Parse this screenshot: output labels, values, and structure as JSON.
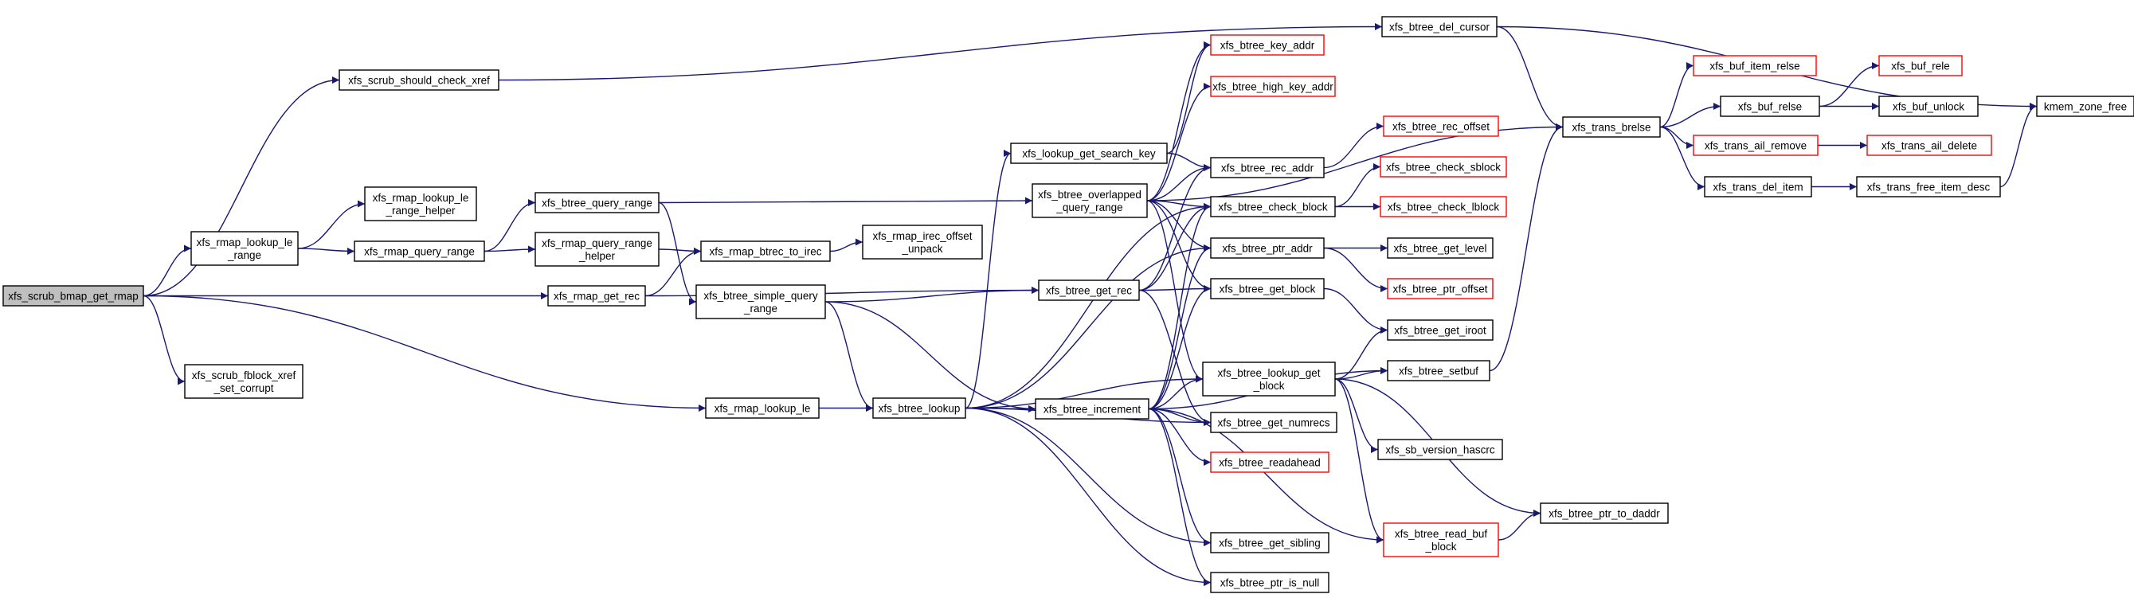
{
  "graph": {
    "colors": {
      "edge": "#191970",
      "node_border": "#000000",
      "node_border_external": "#ff0000",
      "root_fill": "#bfbfbf",
      "node_fill": "#ffffff"
    },
    "nodes": [
      {
        "id": "root",
        "lines": [
          "xfs_scrub_bmap_get_rmap"
        ],
        "style": "root"
      },
      {
        "id": "should_check_xref",
        "lines": [
          "xfs_scrub_should_check_xref"
        ],
        "style": "normal"
      },
      {
        "id": "rmap_lookup_le_range",
        "lines": [
          "xfs_rmap_lookup_le",
          "_range"
        ],
        "style": "normal"
      },
      {
        "id": "fblock_xref",
        "lines": [
          "xfs_scrub_fblock_xref",
          "_set_corrupt"
        ],
        "style": "normal"
      },
      {
        "id": "rmap_lookup_le_range_helper",
        "lines": [
          "xfs_rmap_lookup_le",
          "_range_helper"
        ],
        "style": "normal"
      },
      {
        "id": "rmap_query_range",
        "lines": [
          "xfs_rmap_query_range"
        ],
        "style": "normal"
      },
      {
        "id": "btree_query_range",
        "lines": [
          "xfs_btree_query_range"
        ],
        "style": "normal"
      },
      {
        "id": "rmap_query_range_helper",
        "lines": [
          "xfs_rmap_query_range",
          "_helper"
        ],
        "style": "normal"
      },
      {
        "id": "rmap_get_rec",
        "lines": [
          "xfs_rmap_get_rec"
        ],
        "style": "normal"
      },
      {
        "id": "rmap_lookup_le",
        "lines": [
          "xfs_rmap_lookup_le"
        ],
        "style": "normal"
      },
      {
        "id": "rmap_btrec_to_irec",
        "lines": [
          "xfs_rmap_btrec_to_irec"
        ],
        "style": "normal"
      },
      {
        "id": "btree_simple_query_range",
        "lines": [
          "xfs_btree_simple_query",
          "_range"
        ],
        "style": "normal"
      },
      {
        "id": "rmap_irec_offset_unpack",
        "lines": [
          "xfs_rmap_irec_offset",
          "_unpack"
        ],
        "style": "normal"
      },
      {
        "id": "btree_lookup",
        "lines": [
          "xfs_btree_lookup"
        ],
        "style": "normal"
      },
      {
        "id": "lookup_get_search_key",
        "lines": [
          "xfs_lookup_get_search_key"
        ],
        "style": "normal"
      },
      {
        "id": "btree_overlapped_query_range",
        "lines": [
          "xfs_btree_overlapped",
          "_query_range"
        ],
        "style": "normal"
      },
      {
        "id": "btree_get_rec",
        "lines": [
          "xfs_btree_get_rec"
        ],
        "style": "normal"
      },
      {
        "id": "btree_increment",
        "lines": [
          "xfs_btree_increment"
        ],
        "style": "normal"
      },
      {
        "id": "btree_key_addr",
        "lines": [
          "xfs_btree_key_addr"
        ],
        "style": "external"
      },
      {
        "id": "btree_high_key_addr",
        "lines": [
          "xfs_btree_high_key_addr"
        ],
        "style": "external"
      },
      {
        "id": "btree_rec_addr",
        "lines": [
          "xfs_btree_rec_addr"
        ],
        "style": "normal"
      },
      {
        "id": "btree_check_block",
        "lines": [
          "xfs_btree_check_block"
        ],
        "style": "normal"
      },
      {
        "id": "btree_ptr_addr",
        "lines": [
          "xfs_btree_ptr_addr"
        ],
        "style": "normal"
      },
      {
        "id": "btree_get_block",
        "lines": [
          "xfs_btree_get_block"
        ],
        "style": "normal"
      },
      {
        "id": "btree_lookup_get_block",
        "lines": [
          "xfs_btree_lookup_get",
          "_block"
        ],
        "style": "normal"
      },
      {
        "id": "btree_get_numrecs",
        "lines": [
          "xfs_btree_get_numrecs"
        ],
        "style": "normal"
      },
      {
        "id": "btree_readahead",
        "lines": [
          "xfs_btree_readahead"
        ],
        "style": "external"
      },
      {
        "id": "btree_get_sibling",
        "lines": [
          "xfs_btree_get_sibling"
        ],
        "style": "normal"
      },
      {
        "id": "btree_ptr_is_null",
        "lines": [
          "xfs_btree_ptr_is_null"
        ],
        "style": "normal"
      },
      {
        "id": "btree_del_cursor",
        "lines": [
          "xfs_btree_del_cursor"
        ],
        "style": "normal"
      },
      {
        "id": "btree_rec_offset",
        "lines": [
          "xfs_btree_rec_offset"
        ],
        "style": "external"
      },
      {
        "id": "btree_check_sblock",
        "lines": [
          "xfs_btree_check_sblock"
        ],
        "style": "external"
      },
      {
        "id": "btree_check_lblock",
        "lines": [
          "xfs_btree_check_lblock"
        ],
        "style": "external"
      },
      {
        "id": "btree_get_level",
        "lines": [
          "xfs_btree_get_level"
        ],
        "style": "normal"
      },
      {
        "id": "btree_ptr_offset",
        "lines": [
          "xfs_btree_ptr_offset"
        ],
        "style": "external"
      },
      {
        "id": "btree_get_iroot",
        "lines": [
          "xfs_btree_get_iroot"
        ],
        "style": "normal"
      },
      {
        "id": "btree_setbuf",
        "lines": [
          "xfs_btree_setbuf"
        ],
        "style": "normal"
      },
      {
        "id": "sb_version_hascrc",
        "lines": [
          "xfs_sb_version_hascrc"
        ],
        "style": "normal"
      },
      {
        "id": "btree_read_buf_block",
        "lines": [
          "xfs_btree_read_buf",
          "_block"
        ],
        "style": "external"
      },
      {
        "id": "btree_ptr_to_daddr",
        "lines": [
          "xfs_btree_ptr_to_daddr"
        ],
        "style": "normal"
      },
      {
        "id": "trans_brelse",
        "lines": [
          "xfs_trans_brelse"
        ],
        "style": "normal"
      },
      {
        "id": "buf_item_relse",
        "lines": [
          "xfs_buf_item_relse"
        ],
        "style": "external"
      },
      {
        "id": "buf_relse",
        "lines": [
          "xfs_buf_relse"
        ],
        "style": "normal"
      },
      {
        "id": "trans_ail_remove",
        "lines": [
          "xfs_trans_ail_remove"
        ],
        "style": "external"
      },
      {
        "id": "trans_del_item",
        "lines": [
          "xfs_trans_del_item"
        ],
        "style": "normal"
      },
      {
        "id": "buf_rele",
        "lines": [
          "xfs_buf_rele"
        ],
        "style": "external"
      },
      {
        "id": "buf_unlock",
        "lines": [
          "xfs_buf_unlock"
        ],
        "style": "normal"
      },
      {
        "id": "trans_ail_delete",
        "lines": [
          "xfs_trans_ail_delete"
        ],
        "style": "external"
      },
      {
        "id": "trans_free_item_desc",
        "lines": [
          "xfs_trans_free_item_desc"
        ],
        "style": "normal"
      },
      {
        "id": "kmem_zone_free",
        "lines": [
          "kmem_zone_free"
        ],
        "style": "normal"
      }
    ],
    "edges": [
      [
        "root",
        "should_check_xref"
      ],
      [
        "root",
        "rmap_lookup_le_range"
      ],
      [
        "root",
        "rmap_get_rec"
      ],
      [
        "root",
        "fblock_xref"
      ],
      [
        "root",
        "rmap_lookup_le"
      ],
      [
        "should_check_xref",
        "btree_del_cursor"
      ],
      [
        "rmap_lookup_le_range",
        "rmap_lookup_le_range_helper"
      ],
      [
        "rmap_lookup_le_range",
        "rmap_query_range"
      ],
      [
        "rmap_query_range",
        "btree_query_range"
      ],
      [
        "rmap_query_range",
        "rmap_query_range_helper"
      ],
      [
        "btree_query_range",
        "btree_overlapped_query_range"
      ],
      [
        "btree_query_range",
        "btree_simple_query_range"
      ],
      [
        "rmap_query_range_helper",
        "rmap_btrec_to_irec"
      ],
      [
        "rmap_get_rec",
        "rmap_btrec_to_irec"
      ],
      [
        "rmap_get_rec",
        "btree_get_rec"
      ],
      [
        "rmap_btrec_to_irec",
        "rmap_irec_offset_unpack"
      ],
      [
        "rmap_lookup_le",
        "btree_lookup"
      ],
      [
        "btree_simple_query_range",
        "btree_get_rec"
      ],
      [
        "btree_simple_query_range",
        "btree_lookup"
      ],
      [
        "btree_simple_query_range",
        "btree_increment"
      ],
      [
        "btree_lookup",
        "lookup_get_search_key"
      ],
      [
        "btree_lookup",
        "btree_increment"
      ],
      [
        "btree_lookup",
        "btree_lookup_get_block"
      ],
      [
        "btree_lookup",
        "btree_ptr_addr"
      ],
      [
        "btree_lookup",
        "btree_get_numrecs"
      ],
      [
        "btree_lookup",
        "btree_get_sibling"
      ],
      [
        "btree_lookup",
        "btree_ptr_is_null"
      ],
      [
        "btree_lookup",
        "btree_check_block"
      ],
      [
        "lookup_get_search_key",
        "btree_key_addr"
      ],
      [
        "lookup_get_search_key",
        "btree_rec_addr"
      ],
      [
        "btree_overlapped_query_range",
        "btree_key_addr"
      ],
      [
        "btree_overlapped_query_range",
        "btree_high_key_addr"
      ],
      [
        "btree_overlapped_query_range",
        "btree_rec_addr"
      ],
      [
        "btree_overlapped_query_range",
        "btree_check_block"
      ],
      [
        "btree_overlapped_query_range",
        "btree_ptr_addr"
      ],
      [
        "btree_overlapped_query_range",
        "btree_get_block"
      ],
      [
        "btree_overlapped_query_range",
        "btree_lookup_get_block"
      ],
      [
        "btree_overlapped_query_range",
        "trans_brelse"
      ],
      [
        "btree_get_rec",
        "btree_get_block"
      ],
      [
        "btree_get_rec",
        "btree_check_block"
      ],
      [
        "btree_get_rec",
        "btree_get_numrecs"
      ],
      [
        "btree_get_rec",
        "btree_rec_addr"
      ],
      [
        "btree_increment",
        "btree_get_block"
      ],
      [
        "btree_increment",
        "btree_check_block"
      ],
      [
        "btree_increment",
        "btree_get_numrecs"
      ],
      [
        "btree_increment",
        "btree_readahead"
      ],
      [
        "btree_increment",
        "btree_get_sibling"
      ],
      [
        "btree_increment",
        "btree_ptr_is_null"
      ],
      [
        "btree_increment",
        "btree_ptr_addr"
      ],
      [
        "btree_increment",
        "btree_lookup_get_block"
      ],
      [
        "btree_increment",
        "btree_setbuf"
      ],
      [
        "btree_increment",
        "btree_read_buf_block"
      ],
      [
        "btree_rec_addr",
        "btree_rec_offset"
      ],
      [
        "btree_check_block",
        "btree_check_sblock"
      ],
      [
        "btree_check_block",
        "btree_check_lblock"
      ],
      [
        "btree_ptr_addr",
        "btree_get_level"
      ],
      [
        "btree_ptr_addr",
        "btree_ptr_offset"
      ],
      [
        "btree_get_block",
        "btree_get_iroot"
      ],
      [
        "btree_lookup_get_block",
        "btree_get_iroot"
      ],
      [
        "btree_lookup_get_block",
        "btree_setbuf"
      ],
      [
        "btree_lookup_get_block",
        "sb_version_hascrc"
      ],
      [
        "btree_lookup_get_block",
        "btree_read_buf_block"
      ],
      [
        "btree_lookup_get_block",
        "btree_ptr_to_daddr"
      ],
      [
        "btree_read_buf_block",
        "btree_ptr_to_daddr"
      ],
      [
        "btree_setbuf",
        "trans_brelse"
      ],
      [
        "btree_del_cursor",
        "trans_brelse"
      ],
      [
        "btree_del_cursor",
        "kmem_zone_free"
      ],
      [
        "trans_brelse",
        "buf_item_relse"
      ],
      [
        "trans_brelse",
        "buf_relse"
      ],
      [
        "trans_brelse",
        "trans_ail_remove"
      ],
      [
        "trans_brelse",
        "trans_del_item"
      ],
      [
        "buf_relse",
        "buf_rele"
      ],
      [
        "buf_relse",
        "buf_unlock"
      ],
      [
        "trans_ail_remove",
        "trans_ail_delete"
      ],
      [
        "trans_del_item",
        "trans_free_item_desc"
      ],
      [
        "trans_free_item_desc",
        "kmem_zone_free"
      ]
    ]
  }
}
